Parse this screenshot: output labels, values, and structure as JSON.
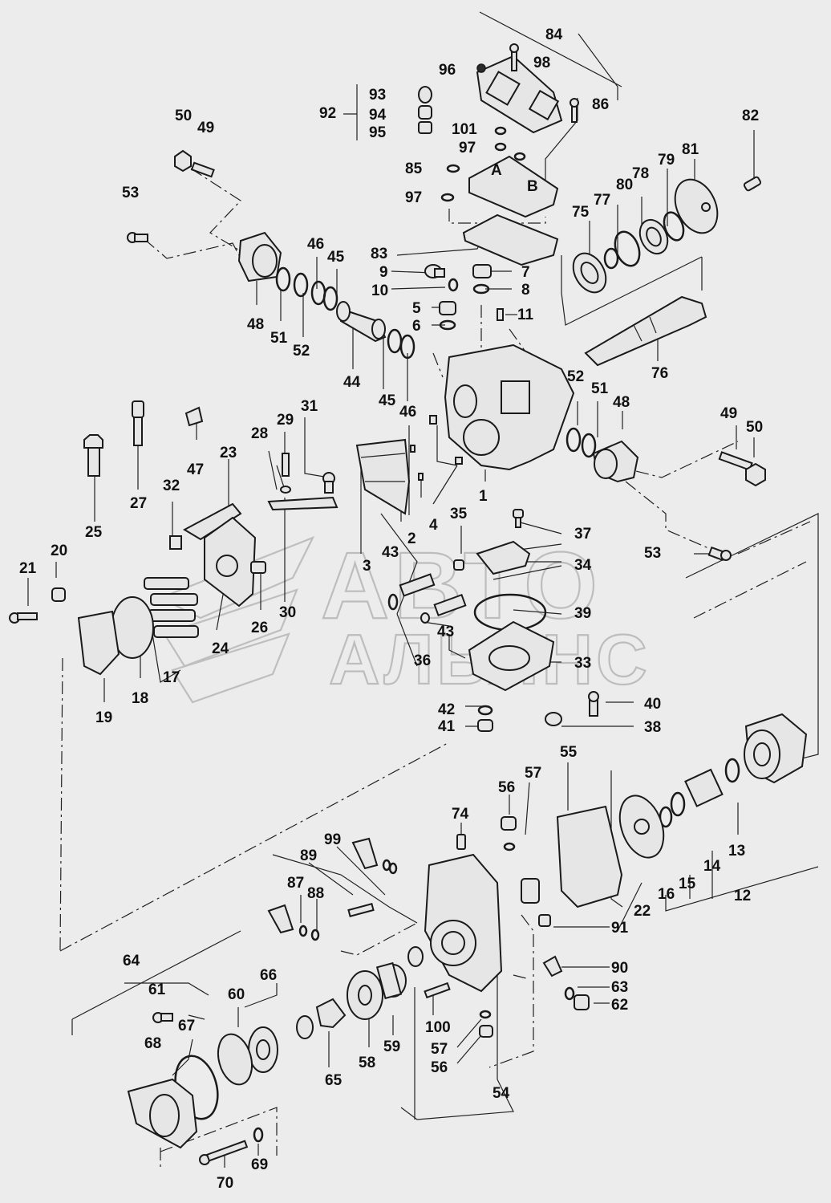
{
  "watermark": {
    "line1": "АВТО",
    "line2": "АЛЬЯНС"
  },
  "callouts": [
    {
      "id": "84",
      "text": "84"
    },
    {
      "id": "96",
      "text": "96"
    },
    {
      "id": "98",
      "text": "98"
    },
    {
      "id": "92",
      "text": "92"
    },
    {
      "id": "93",
      "text": "93"
    },
    {
      "id": "94",
      "text": "94"
    },
    {
      "id": "95",
      "text": "95"
    },
    {
      "id": "86",
      "text": "86"
    },
    {
      "id": "101",
      "text": "101"
    },
    {
      "id": "97a",
      "text": "97"
    },
    {
      "id": "85",
      "text": "85"
    },
    {
      "id": "97b",
      "text": "97"
    },
    {
      "id": "82",
      "text": "82"
    },
    {
      "id": "81",
      "text": "81"
    },
    {
      "id": "79",
      "text": "79"
    },
    {
      "id": "78",
      "text": "78"
    },
    {
      "id": "80",
      "text": "80"
    },
    {
      "id": "77",
      "text": "77"
    },
    {
      "id": "75",
      "text": "75"
    },
    {
      "id": "50a",
      "text": "50"
    },
    {
      "id": "49a",
      "text": "49"
    },
    {
      "id": "53a",
      "text": "53"
    },
    {
      "id": "83",
      "text": "83"
    },
    {
      "id": "9",
      "text": "9"
    },
    {
      "id": "7",
      "text": "7"
    },
    {
      "id": "10",
      "text": "10"
    },
    {
      "id": "8",
      "text": "8"
    },
    {
      "id": "46a",
      "text": "46"
    },
    {
      "id": "45a",
      "text": "45"
    },
    {
      "id": "5",
      "text": "5"
    },
    {
      "id": "11",
      "text": "11"
    },
    {
      "id": "6",
      "text": "6"
    },
    {
      "id": "48a",
      "text": "48"
    },
    {
      "id": "51a",
      "text": "51"
    },
    {
      "id": "52a",
      "text": "52"
    },
    {
      "id": "44",
      "text": "44"
    },
    {
      "id": "45b",
      "text": "45"
    },
    {
      "id": "46b",
      "text": "46"
    },
    {
      "id": "76",
      "text": "76"
    },
    {
      "id": "52b",
      "text": "52"
    },
    {
      "id": "51b",
      "text": "51"
    },
    {
      "id": "48b",
      "text": "48"
    },
    {
      "id": "49b",
      "text": "49"
    },
    {
      "id": "50b",
      "text": "50"
    },
    {
      "id": "31",
      "text": "31"
    },
    {
      "id": "29",
      "text": "29"
    },
    {
      "id": "28",
      "text": "28"
    },
    {
      "id": "47",
      "text": "47"
    },
    {
      "id": "23",
      "text": "23"
    },
    {
      "id": "25",
      "text": "25"
    },
    {
      "id": "27",
      "text": "27"
    },
    {
      "id": "32",
      "text": "32"
    },
    {
      "id": "1",
      "text": "1"
    },
    {
      "id": "2",
      "text": "2"
    },
    {
      "id": "4",
      "text": "4"
    },
    {
      "id": "35",
      "text": "35"
    },
    {
      "id": "37",
      "text": "37"
    },
    {
      "id": "3",
      "text": "3"
    },
    {
      "id": "43a",
      "text": "43"
    },
    {
      "id": "34",
      "text": "34"
    },
    {
      "id": "53b",
      "text": "53"
    },
    {
      "id": "21",
      "text": "21"
    },
    {
      "id": "20",
      "text": "20"
    },
    {
      "id": "26",
      "text": "26"
    },
    {
      "id": "30",
      "text": "30"
    },
    {
      "id": "24",
      "text": "24"
    },
    {
      "id": "39",
      "text": "39"
    },
    {
      "id": "43b",
      "text": "43"
    },
    {
      "id": "36",
      "text": "36"
    },
    {
      "id": "33",
      "text": "33"
    },
    {
      "id": "17",
      "text": "17"
    },
    {
      "id": "18",
      "text": "18"
    },
    {
      "id": "19",
      "text": "19"
    },
    {
      "id": "40",
      "text": "40"
    },
    {
      "id": "42",
      "text": "42"
    },
    {
      "id": "41",
      "text": "41"
    },
    {
      "id": "38",
      "text": "38"
    },
    {
      "id": "55",
      "text": "55"
    },
    {
      "id": "56a",
      "text": "56"
    },
    {
      "id": "57a",
      "text": "57"
    },
    {
      "id": "74",
      "text": "74"
    },
    {
      "id": "99",
      "text": "99"
    },
    {
      "id": "89",
      "text": "89"
    },
    {
      "id": "87",
      "text": "87"
    },
    {
      "id": "88",
      "text": "88"
    },
    {
      "id": "16",
      "text": "16"
    },
    {
      "id": "15",
      "text": "15"
    },
    {
      "id": "14",
      "text": "14"
    },
    {
      "id": "13",
      "text": "13"
    },
    {
      "id": "12",
      "text": "12"
    },
    {
      "id": "22",
      "text": "22"
    },
    {
      "id": "91",
      "text": "91"
    },
    {
      "id": "90",
      "text": "90"
    },
    {
      "id": "63",
      "text": "63"
    },
    {
      "id": "62",
      "text": "62"
    },
    {
      "id": "64",
      "text": "64"
    },
    {
      "id": "66",
      "text": "66"
    },
    {
      "id": "61",
      "text": "61"
    },
    {
      "id": "60",
      "text": "60"
    },
    {
      "id": "67",
      "text": "67"
    },
    {
      "id": "68",
      "text": "68"
    },
    {
      "id": "100",
      "text": "100"
    },
    {
      "id": "57b",
      "text": "57"
    },
    {
      "id": "56b",
      "text": "56"
    },
    {
      "id": "65",
      "text": "65"
    },
    {
      "id": "58",
      "text": "58"
    },
    {
      "id": "59",
      "text": "59"
    },
    {
      "id": "54",
      "text": "54"
    },
    {
      "id": "69",
      "text": "69"
    },
    {
      "id": "70",
      "text": "70"
    },
    {
      "id": "valveA",
      "text": "A"
    },
    {
      "id": "valveB",
      "text": "B"
    }
  ]
}
